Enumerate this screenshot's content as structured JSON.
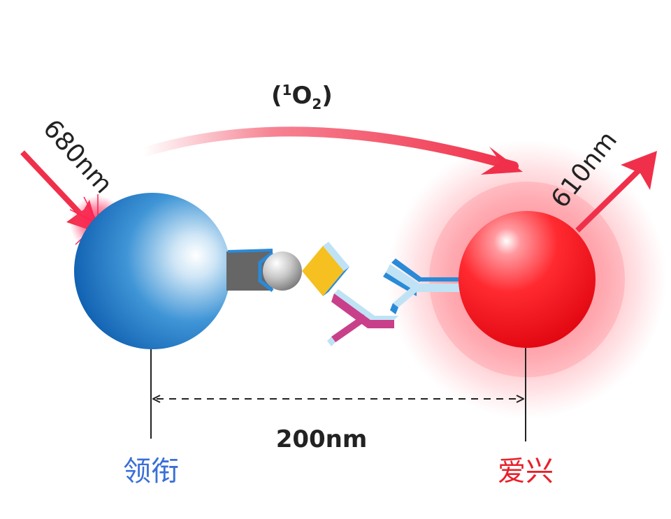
{
  "oxygen_label": {
    "open": "(",
    "sup": "1",
    "base": "O",
    "sub": "2",
    "close": ")"
  },
  "excitation_wavelength": "680nm",
  "emission_wavelength": "610nm",
  "distance_label": "200nm",
  "donor_label": "领衔",
  "acceptor_label": "爱兴",
  "colors": {
    "donor_bead": "#1a73c9",
    "acceptor_bead": "#f01020",
    "arrow": "#f0304a",
    "donor_text": "#3a6fd8",
    "acceptor_text": "#e8202a",
    "dark_text": "#222222",
    "antibody_blue": "#2a8ad8",
    "antibody_light": "#bfe3f5",
    "antibody_magenta": "#c8408a",
    "antigen": "#f5c020"
  }
}
